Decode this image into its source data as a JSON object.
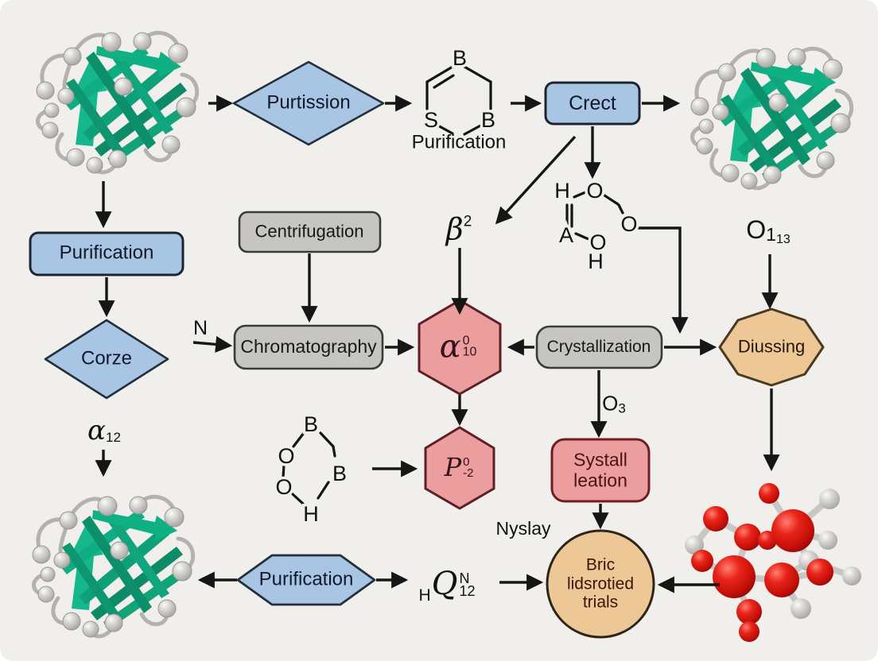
{
  "colors": {
    "background": "#f1efeb",
    "blue_fill": "#a9c5e4",
    "blue_stroke": "#232f3d",
    "gray_fill": "#c6c5c2",
    "gray_stroke": "#3a3a3a",
    "pink_fill": "#ec9d9d",
    "pink_stroke": "#5d1e26",
    "tan_fill": "#edc795",
    "tan_stroke": "#4a3a22",
    "arrow": "#161616",
    "protein_green": "#11a57d",
    "molecule_red": "#d60f0a",
    "sphere_gray": "#c9c7c4"
  },
  "nodes": {
    "purtission": {
      "label": "Purtission"
    },
    "crect": {
      "label": "Crect"
    },
    "purification_left": {
      "label": "Purification"
    },
    "centrifugation": {
      "label": "Centrifugation"
    },
    "chromatography": {
      "label": "Chromatography"
    },
    "corze": {
      "label": "Corze"
    },
    "alpha_hex": {
      "base": "α",
      "sup": "0",
      "sub": "10"
    },
    "crystallization": {
      "label": "Crystallization"
    },
    "diussing": {
      "label": "Diussing"
    },
    "p_hex": {
      "base": "P",
      "sup": "0",
      "sub": "-2"
    },
    "systall": {
      "line1": "Systall",
      "line2": "leation"
    },
    "purification_hex": {
      "label": "Purification"
    },
    "bric_circle": {
      "line1": "Bric",
      "line2": "lidsrotied",
      "line3": "trials"
    }
  },
  "labels": {
    "beta2": {
      "base": "β",
      "sup": "2"
    },
    "o113": {
      "base": "O",
      "mid": "1",
      "sub": "13"
    },
    "o3": {
      "base": "O",
      "sub": "3"
    },
    "n_edge": "N",
    "alpha12": {
      "base": "α",
      "sub": "12"
    },
    "q12n": {
      "pre_sub": "H",
      "base": "Q",
      "sup": "N",
      "sub": "12"
    },
    "nyslay": "Nyslay"
  },
  "chem_top": {
    "caption": "Purification",
    "atom_top": "B",
    "atom_left": "S",
    "atom_right": "B"
  },
  "chem_mid": {
    "atom_h1": "H",
    "atom_o1": "O",
    "atom_o2": "O",
    "atom_a": "A",
    "atom_o3": "O",
    "atom_h2": "H"
  },
  "chem_low": {
    "atom_b1": "B",
    "atom_o1": "O",
    "atom_b2": "B",
    "atom_o2": "O",
    "atom_h": "H"
  }
}
